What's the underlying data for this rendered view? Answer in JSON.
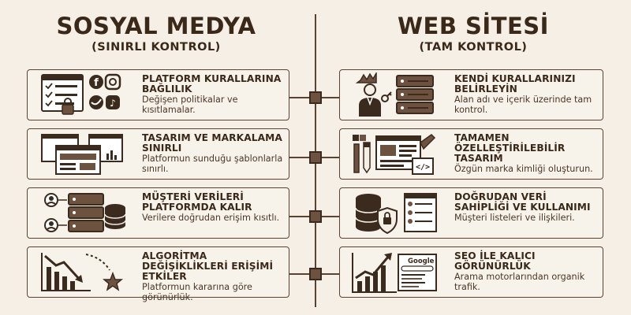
{
  "left": {
    "title": "SOSYAL MEDYA",
    "subtitle": "(SINIRLI KONTROL)",
    "items": [
      {
        "heading": "PLATFORM KURALLARINA BAĞLILIK",
        "desc": "Değişen politikalar ve kısıtlamalar.",
        "icon": "social-media-policy-icon"
      },
      {
        "heading": "TASARIM VE MARKALAMA SINIRLI",
        "desc": "Platformun sunduğu şablonlarla sınırlı.",
        "icon": "templates-icon"
      },
      {
        "heading": "MÜŞTERİ VERİLERİ PLATFORMDA KALIR",
        "desc": "Verilere doğrudan erişim kısıtlı.",
        "icon": "users-database-icon"
      },
      {
        "heading": "ALGORİTMA DEĞİŞİKLİKLERİ ERİŞİMİ ETKİLER",
        "desc": "Platformun kararına göre görünürlük.",
        "icon": "declining-chart-icon"
      }
    ]
  },
  "right": {
    "title": "WEB SİTESİ",
    "subtitle": "(TAM KONTROL)",
    "items": [
      {
        "heading": "KENDİ KURALLARINIZI BELİRLEYİN",
        "desc": "Alan adı ve içerik üzerinde tam kontrol.",
        "icon": "king-server-icon"
      },
      {
        "heading": "TAMAMEN ÖZELLEŞTİRİLEBİLİR TASARIM",
        "desc": "Özgün marka kimliği oluşturun.",
        "icon": "design-tools-icon"
      },
      {
        "heading": "DOĞRUDAN VERİ SAHİPLİĞİ VE KULLANIMI",
        "desc": "Müşteri listeleri ve ilişkileri.",
        "icon": "secure-database-icon"
      },
      {
        "heading": "SEO İLE KALICI GÖRÜNÜRLÜK",
        "desc": "Arama motorlarından organik trafik.",
        "icon": "rising-chart-icon"
      }
    ],
    "search_brand": "Google"
  },
  "colors": {
    "background": "#f5efe6",
    "ink": "#3b2a1e",
    "line": "#5b4331"
  }
}
